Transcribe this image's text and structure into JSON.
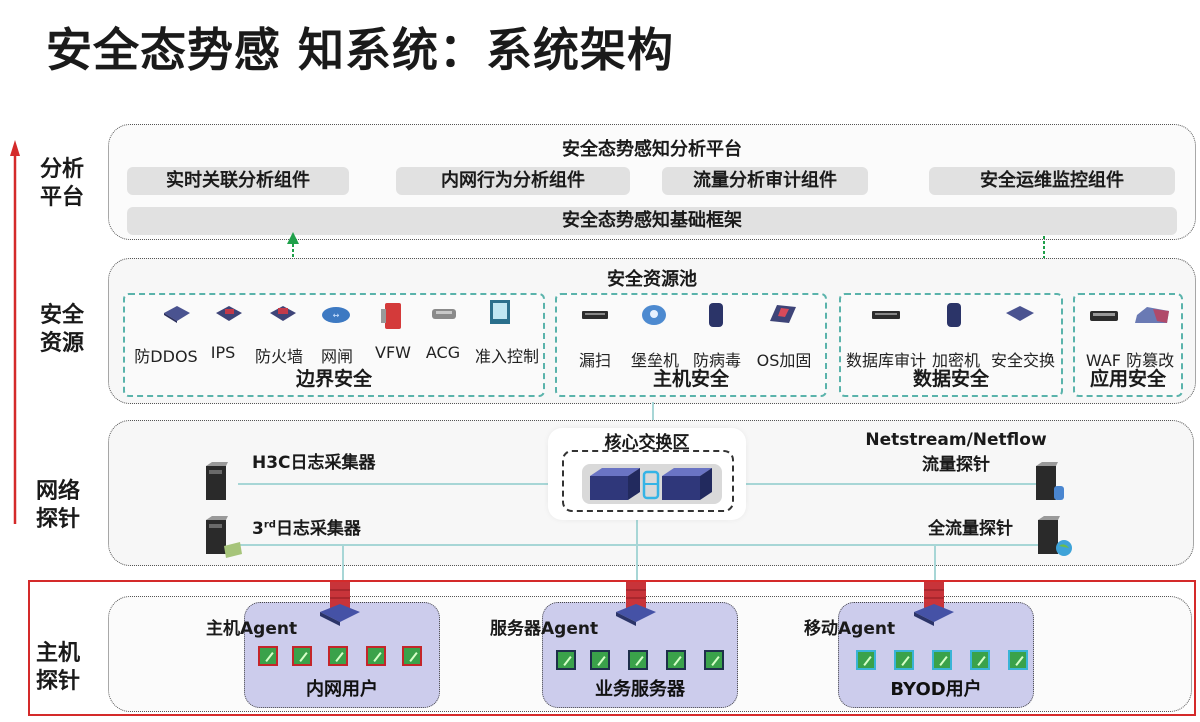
{
  "title": "安全态势感 知系统：系统架构",
  "colors": {
    "arrow_red": "#d42a2a",
    "dashed_teal": "#5ab3ab",
    "connector": "#a7d6d6",
    "green_arrow": "#1fa04a",
    "cluster_purple": "#ccccec",
    "highlight_frame": "#d42a2a"
  },
  "layers": [
    {
      "label": "分析平台"
    },
    {
      "label": "安全资源"
    },
    {
      "label": "网络探针"
    },
    {
      "label": "主机探针"
    }
  ],
  "layer_labels": {
    "analysis": [
      "分析",
      "平台"
    ],
    "resources": [
      "安全",
      "资源"
    ],
    "network": [
      "网络",
      "探针"
    ],
    "host": [
      "主机",
      "探针"
    ]
  },
  "analysis_platform": {
    "heading": "安全态势感知分析平台",
    "components": [
      "实时关联分析组件",
      "内网行为分析组件",
      "流量分析审计组件",
      "安全运维监控组件"
    ],
    "foundation": "安全态势感知基础框架",
    "arrows": [
      {
        "direction": "up"
      },
      {
        "direction": "down"
      }
    ]
  },
  "resource_pool": {
    "heading": "安全资源池",
    "groups": [
      {
        "title": "边界安全",
        "items": [
          {
            "label": "防DDOS",
            "icon": "ddos-device-icon"
          },
          {
            "label": "IPS",
            "icon": "ips-device-icon"
          },
          {
            "label": "防火墙",
            "icon": "firewall-device-icon"
          },
          {
            "label": "网闸",
            "icon": "gatekeeper-icon"
          },
          {
            "label": "VFW",
            "icon": "vfw-icon"
          },
          {
            "label": "ACG",
            "icon": "acg-icon"
          },
          {
            "label": "准入控制",
            "icon": "access-control-icon"
          }
        ]
      },
      {
        "title": "主机安全",
        "items": [
          {
            "label": "漏扫",
            "icon": "vuln-scanner-icon"
          },
          {
            "label": "堡垒机",
            "icon": "bastion-host-icon"
          },
          {
            "label": "防病毒",
            "icon": "antivirus-icon"
          },
          {
            "label": "OS加固",
            "icon": "os-hardening-icon"
          }
        ]
      },
      {
        "title": "数据安全",
        "items": [
          {
            "label": "数据库审计",
            "icon": "db-audit-icon"
          },
          {
            "label": "加密机",
            "icon": "encryptor-icon"
          },
          {
            "label": "安全交换",
            "icon": "secure-exchange-icon"
          }
        ]
      },
      {
        "title": "应用安全",
        "items": [
          {
            "label": "WAF",
            "icon": "waf-icon"
          },
          {
            "label": "防篡改",
            "icon": "anti-tamper-icon"
          }
        ]
      }
    ]
  },
  "network_probe": {
    "core_zone": "核心交换区",
    "left": [
      {
        "label": "H3C日志采集器",
        "icon": "log-collector-server-icon"
      },
      {
        "label_main": "3",
        "label_sup": "rd",
        "label_rest": "日志采集器",
        "icon": "third-party-log-collector-icon"
      }
    ],
    "right": [
      {
        "label_line1": "Netstream/Netflow",
        "label_line2": "流量探针",
        "icon": "netflow-probe-server-icon"
      },
      {
        "label": "全流量探针",
        "icon": "full-traffic-probe-icon"
      }
    ]
  },
  "host_probe": {
    "clusters": [
      {
        "agent_label": "主机Agent",
        "title": "内网用户",
        "device_count": 5,
        "device": "desktop-pc-icon"
      },
      {
        "agent_label": "服务器Agent",
        "title": "业务服务器",
        "device_count": 5,
        "device": "server-icon"
      },
      {
        "agent_label": "移动Agent",
        "title": "BYOD用户",
        "device_count": 5,
        "device": "mobile-user-icon"
      }
    ]
  }
}
